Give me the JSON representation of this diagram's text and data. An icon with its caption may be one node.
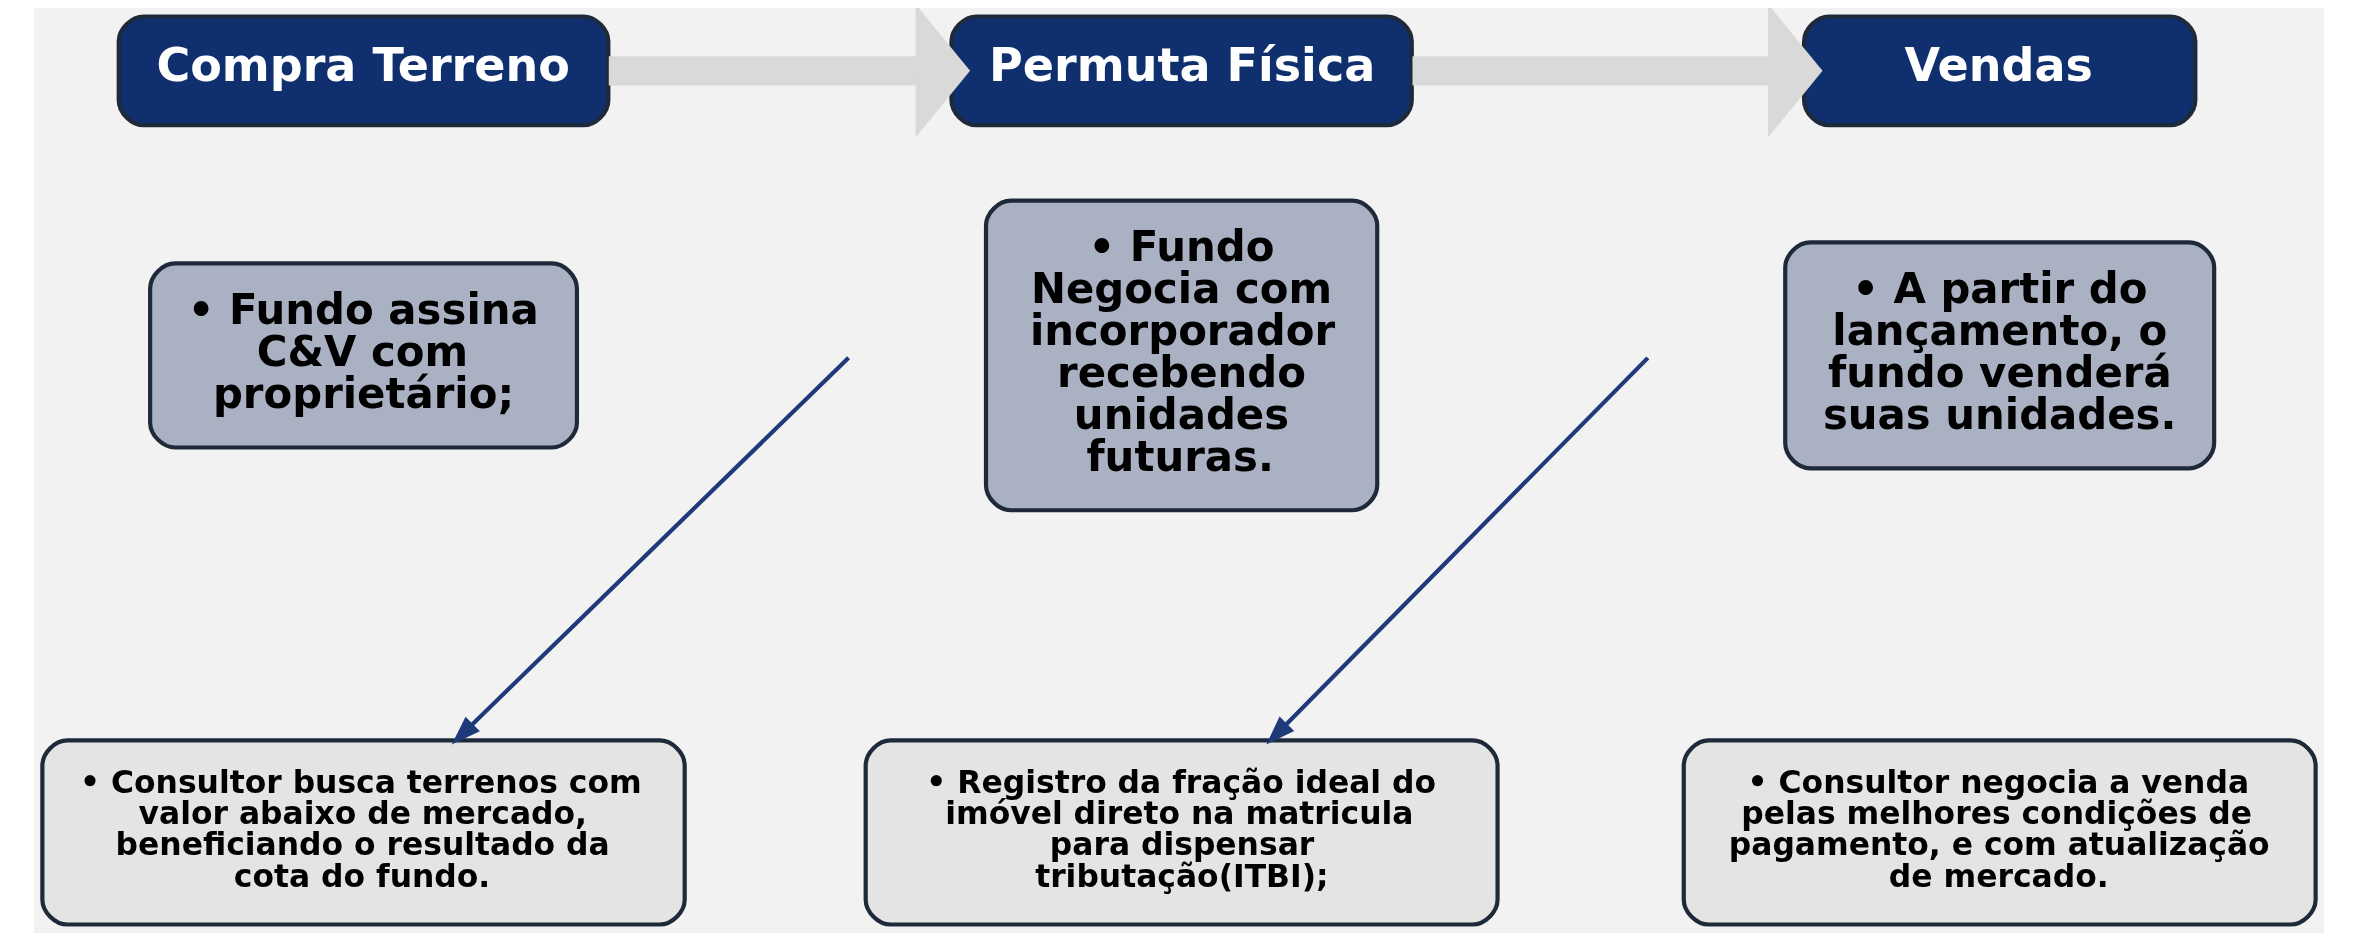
{
  "diagram": {
    "nodes": [
      {
        "text": [
          "Compra Terreno"
        ]
      },
      {
        "text": [
          "• Fundo assina C&V com proprietário;"
        ]
      },
      {
        "text": [
          "Permuta Física"
        ]
      },
      {
        "text": [
          "• Fundo Negocia com incorporador recebendo unidades futuras."
        ]
      },
      {
        "text": [
          "Vendas"
        ]
      },
      {
        "text": [
          "• A partir do lançamento, o fundo venderá suas unidades."
        ]
      },
      {
        "text": [
          "• Consultor busca terrenos com valor abaixo de mercado, beneficiando o resultado da cota do fundo."
        ]
      },
      {
        "text": [
          "• Registro da fração ideal do imóvel direto na matricula para dispensar tributação(ITBI);"
        ]
      },
      {
        "text": [
          "• Consultor negocia a venda pelas melhores condições de pagamento, e com atualização de mercado."
        ]
      }
    ],
    "edges": [
      {
        "from": 0,
        "to": 2,
        "arrow": "to",
        "style": "thick",
        "color": "#d9d9d9"
      },
      {
        "from": 2,
        "to": 4,
        "arrow": "to",
        "style": "thick",
        "color": "#d9d9d9"
      },
      {
        "from": null,
        "to": 6,
        "arrow": "to",
        "color": "#1f3a7a"
      },
      {
        "from": null,
        "to": 7,
        "arrow": "to",
        "color": "#1f3a7a"
      }
    ]
  }
}
